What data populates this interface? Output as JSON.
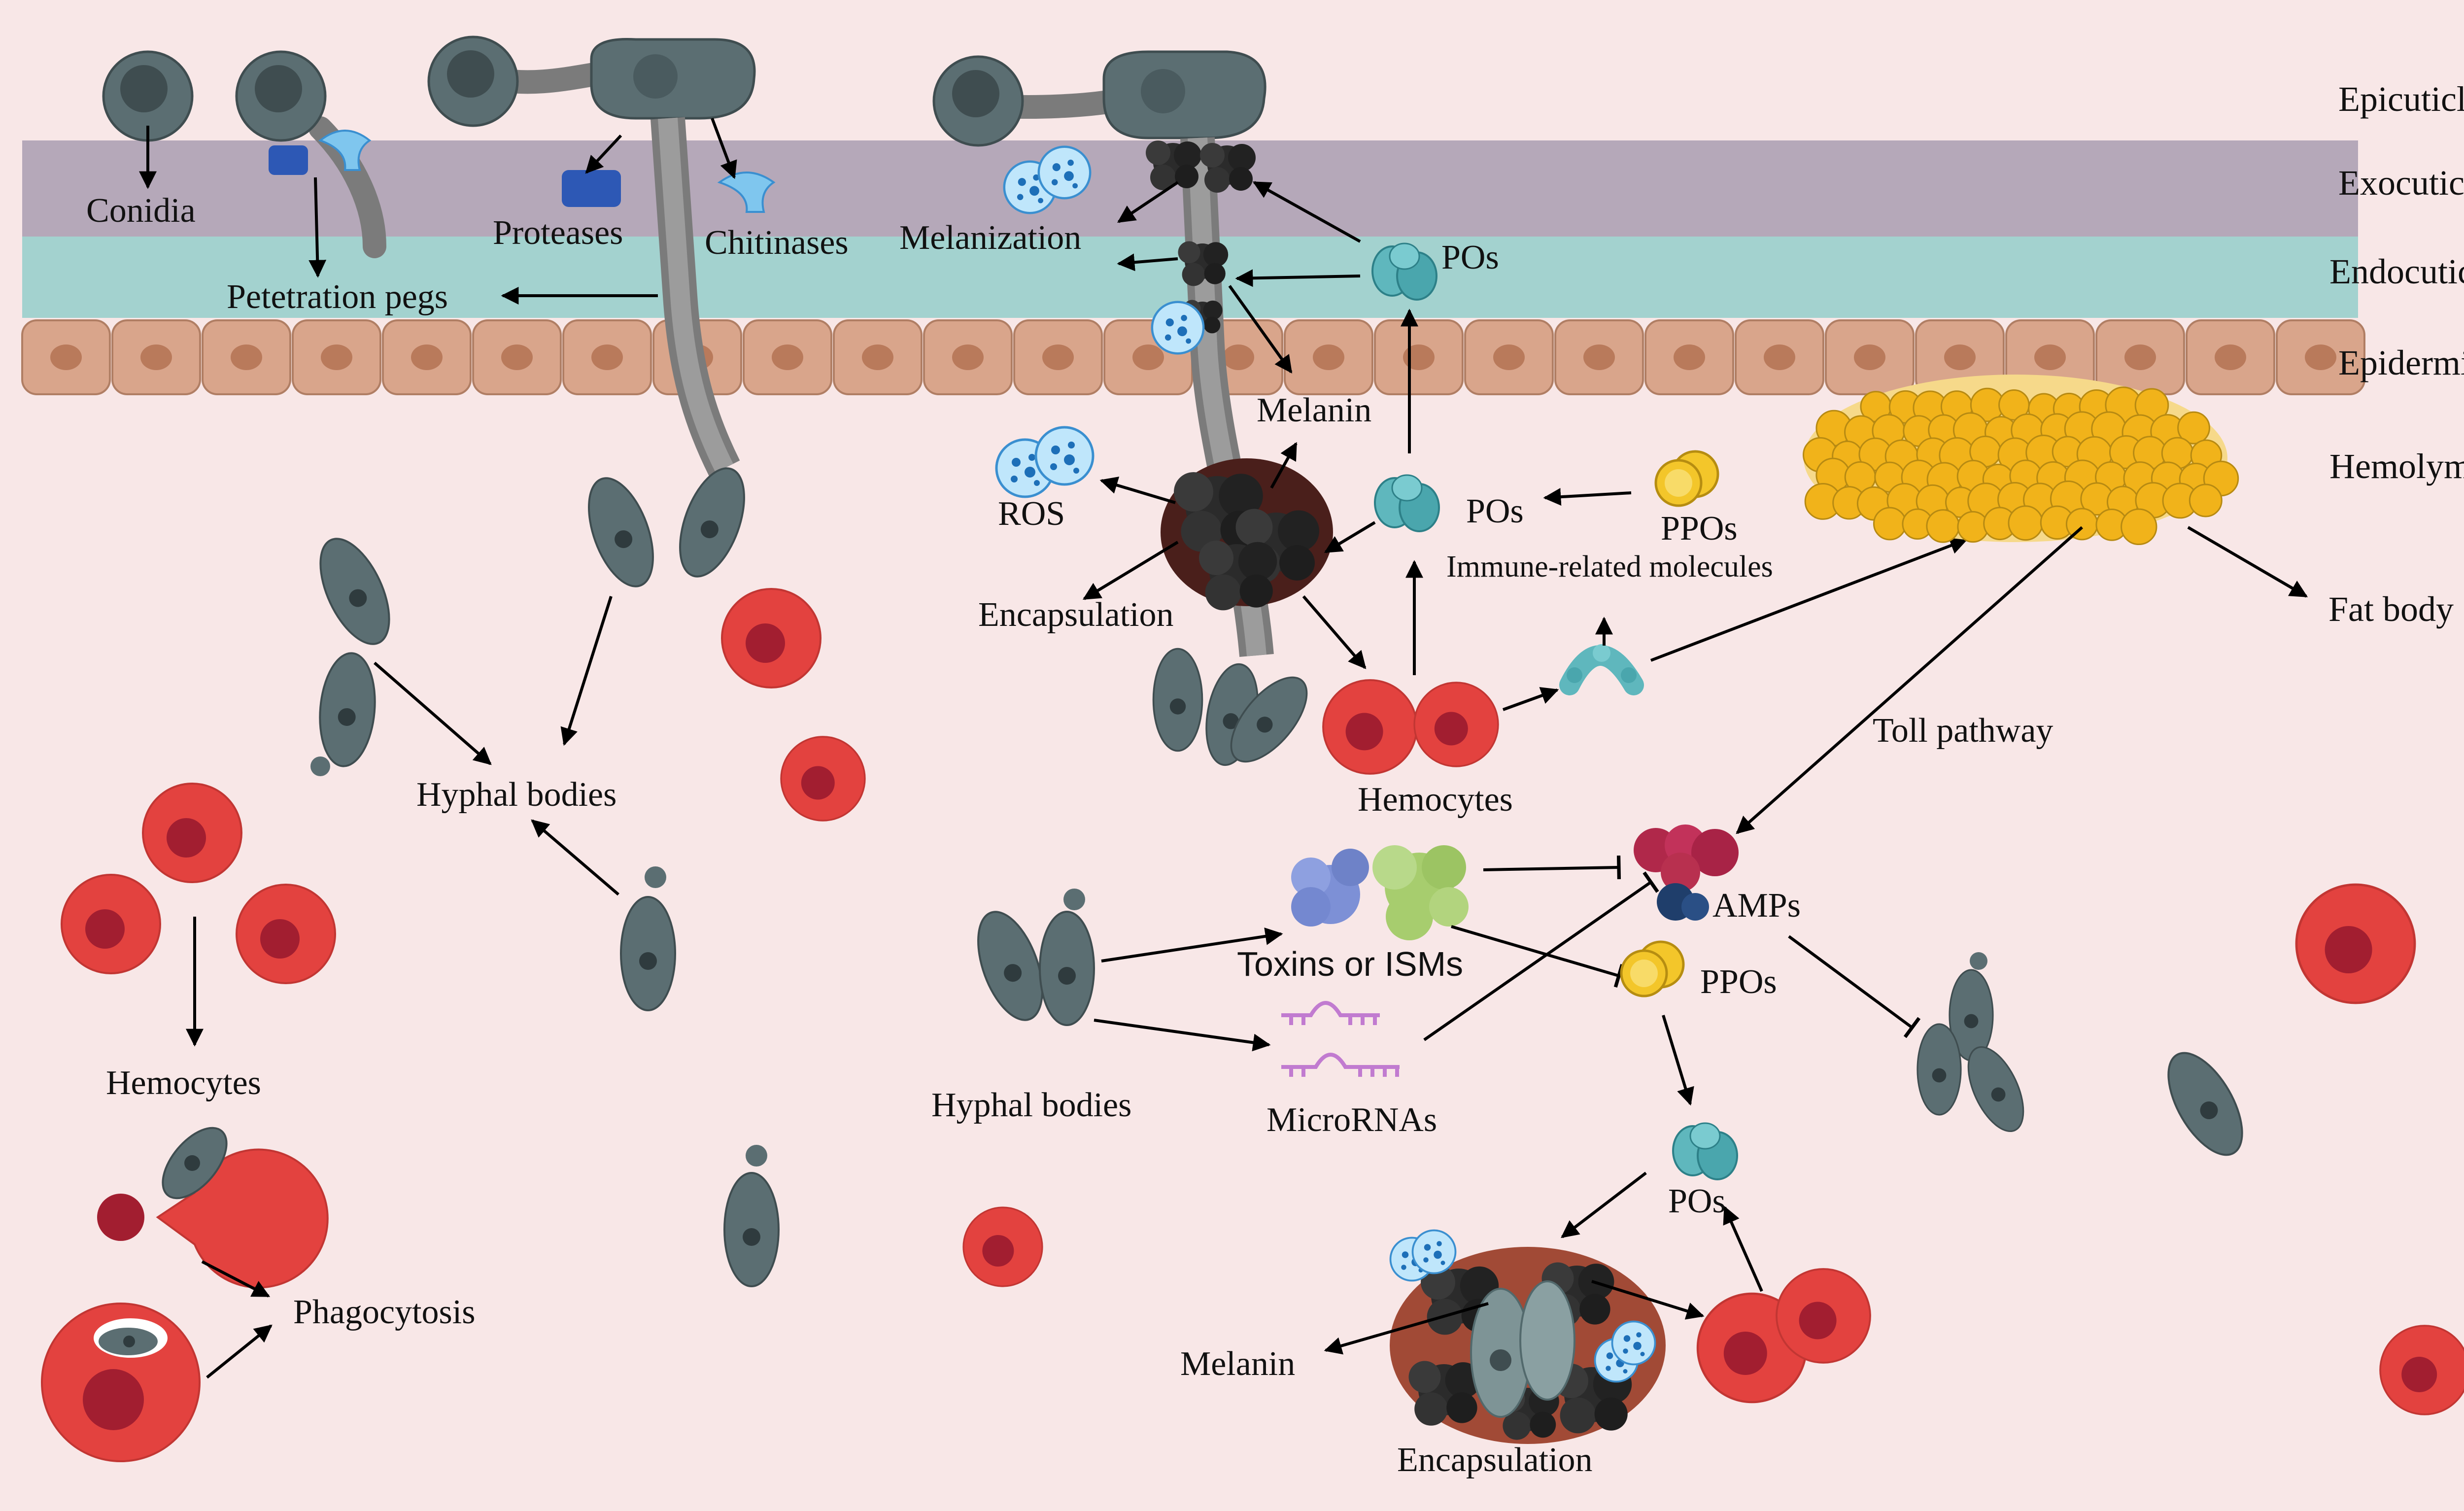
{
  "layers": {
    "epicuticle": "Epicuticle",
    "exocuticle": "Exocuticle",
    "endocuticle": "Endocuticle",
    "epidermis": "Epidermis",
    "hemolymph": "Hemolymph"
  },
  "labels": {
    "conidia": "Conidia",
    "proteases": "Proteases",
    "chitinases": "Chitinases",
    "penetration_pegs": "Petetration pegs",
    "melanization": "Melanization",
    "pos_top": "POs",
    "melanin_top": "Melanin",
    "ros": "ROS",
    "pos_mid": "POs",
    "ppos_top": "PPOs",
    "immune_molecules": "Immune-related molecules",
    "encapsulation_top": "Encapsulation",
    "fat_body": "Fat body",
    "hyphal_bodies_left": "Hyphal bodies",
    "hemocytes_center": "Hemocytes",
    "toll_pathway": "Toll pathway",
    "hemocytes_left": "Hemocytes",
    "amps": "AMPs",
    "toxins_isms": "Toxins or ISMs",
    "ppos_bottom": "PPOs",
    "hyphal_bodies_center": "Hyphal bodies",
    "micrornas": "MicroRNAs",
    "pos_bottom": "POs",
    "phagocytosis": "Phagocytosis",
    "melanin_bottom": "Melanin",
    "encapsulation_bottom": "Encapsulation"
  },
  "colors": {
    "background": "#f8e7e7",
    "exocuticle": "#b5a8b9",
    "endocuticle": "#a3d2cf",
    "epidermis_cell": "#d9a58b",
    "fungus": "#5b6e72",
    "hemocyte": "#e3423f",
    "melanin": "#2b2b2b",
    "fat_body": "#f1b31a",
    "po": "#5fb7bd",
    "ppo": "#f3c62a",
    "ros": "#55aee6",
    "amp_red": "#b0284a",
    "amp_blue": "#1f3e6b",
    "toxin_blue": "#7d90d6",
    "toxin_green": "#a7cd6e",
    "microrna": "#c17bd0",
    "protease": "#2d58b5",
    "chitinase": "#7fc6ee"
  }
}
